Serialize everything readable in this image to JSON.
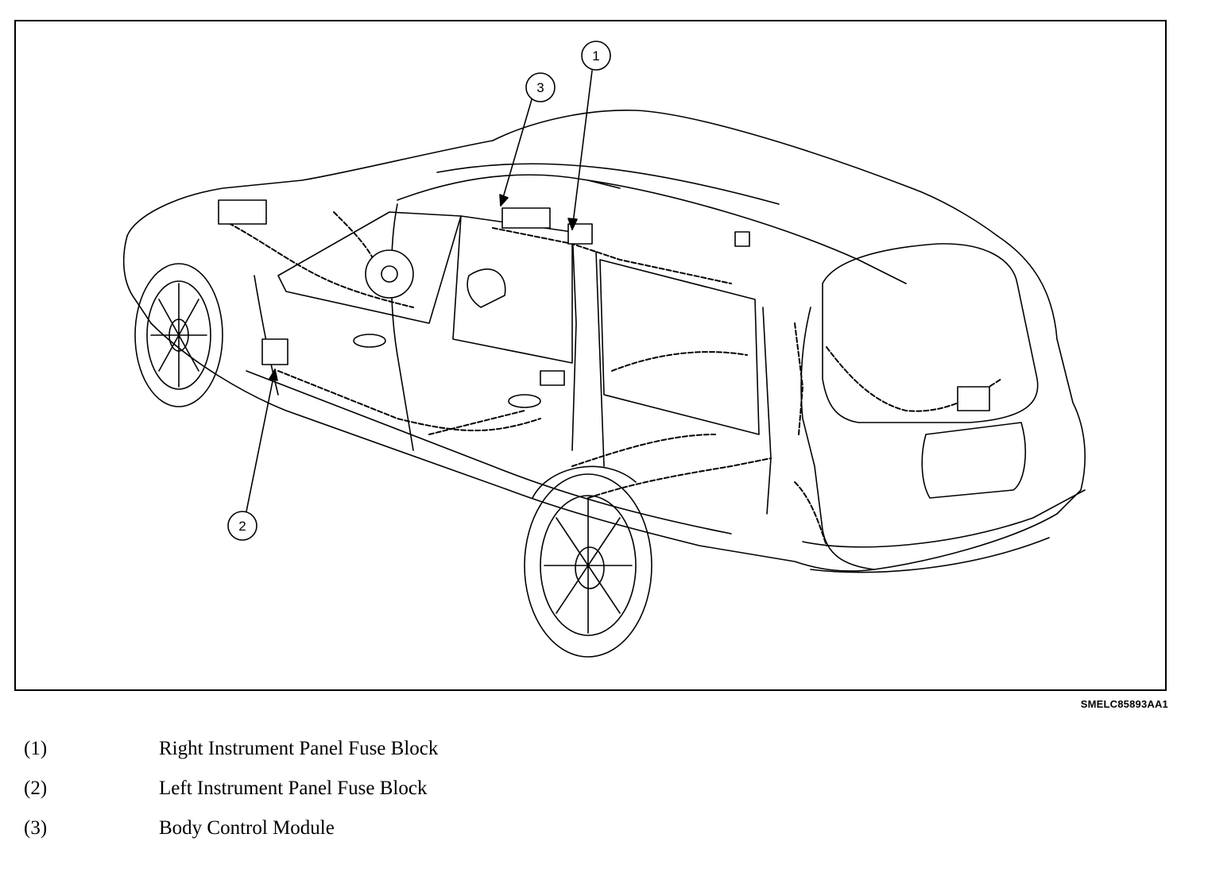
{
  "diagram": {
    "figure_code": "SMELC85893AA1",
    "callouts": [
      {
        "id": "1",
        "label": "(1)",
        "text": "Right Instrument Panel Fuse Block"
      },
      {
        "id": "2",
        "label": "(2)",
        "text": "Left Instrument Panel Fuse Block"
      },
      {
        "id": "3",
        "label": "(3)",
        "text": "Body Control Module"
      }
    ]
  }
}
